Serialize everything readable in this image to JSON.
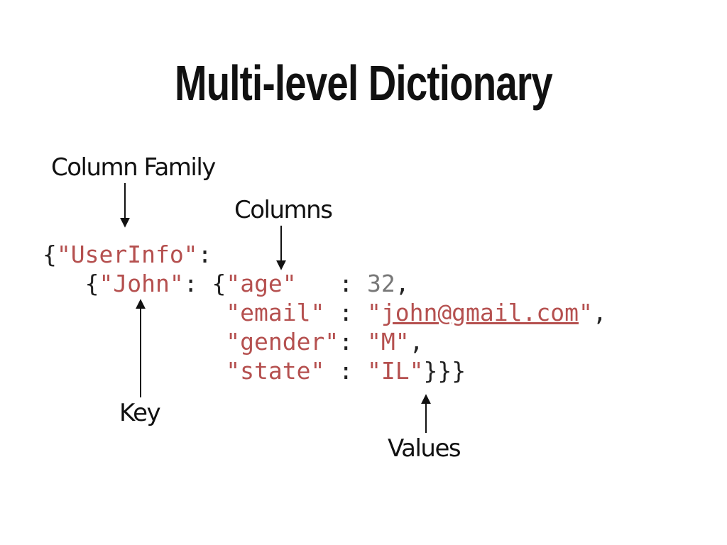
{
  "title": "Multi-level Dictionary",
  "labels": {
    "column_family": "Column Family",
    "columns": "Columns",
    "key": "Key",
    "values": "Values"
  },
  "code": {
    "open_brace_outer": "{",
    "column_family_name": "\"UserInfo\"",
    "colon_1": ":",
    "open_brace_key": "{",
    "key_name": "\"John\"",
    "colon_2": ": ",
    "open_brace_cols": "{",
    "col_age": "\"age\"",
    "sep_age": "   : ",
    "val_age": "32",
    "comma_age": ",",
    "col_email": "\"email\"",
    "sep_email": " : ",
    "val_email_open": "\"",
    "val_email_link": "john@gmail.com",
    "val_email_close": "\"",
    "comma_email": ",",
    "col_gender": "\"gender\"",
    "sep_gender": ": ",
    "val_gender": "\"M\"",
    "comma_gender": ",",
    "col_state": "\"state\"",
    "sep_state": " : ",
    "val_state": "\"IL\"",
    "close_braces": "}}}"
  },
  "colors": {
    "string": "#b5504f",
    "number": "#777777",
    "text": "#111111"
  }
}
